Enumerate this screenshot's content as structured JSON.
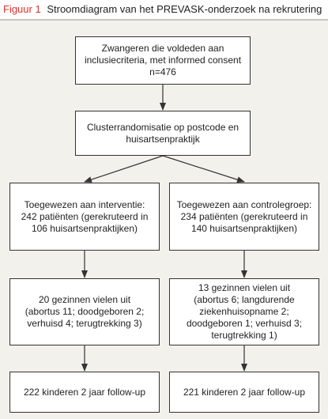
{
  "caption": {
    "label": "Figuur 1",
    "title": "Stroomdiagram van het PREVASK-onderzoek na rekrutering"
  },
  "nodes": {
    "eligible": {
      "lines": [
        "Zwangeren die voldeden aan",
        "inclusiecriteria, met informed consent",
        "n=476"
      ]
    },
    "randomization": {
      "lines": [
        "Clusterrandomisatie op postcode en",
        "huisartsenpraktijk"
      ]
    },
    "intervention": {
      "lines": [
        "Toegewezen aan interventie:",
        "242 patiënten (gerekruteerd in",
        "106 huisartsenpraktijken)"
      ]
    },
    "control": {
      "lines": [
        "Toegewezen aan controlegroep:",
        "234 patiënten (gerekruteerd in",
        "140 huisartsenpraktijken)"
      ]
    },
    "dropout_intervention": {
      "lines": [
        "20 gezinnen vielen uit",
        "(abortus 11; doodgeboren 2;",
        "verhuisd 4; terugtrekking 3)"
      ]
    },
    "dropout_control": {
      "lines": [
        "13 gezinnen vielen uit",
        "(abortus 6; langdurende",
        "ziekenhuisopname 2;",
        "doodgeboren 1; verhuisd 3;",
        "terugtrekking 1)"
      ]
    },
    "followup_intervention": {
      "lines": [
        "222 kinderen 2 jaar follow-up"
      ]
    },
    "followup_control": {
      "lines": [
        "221 kinderen 2 jaar follow-up"
      ]
    }
  },
  "edges": [
    [
      "eligible",
      "randomization"
    ],
    [
      "randomization",
      "intervention"
    ],
    [
      "randomization",
      "control"
    ],
    [
      "intervention",
      "dropout_intervention"
    ],
    [
      "control",
      "dropout_control"
    ],
    [
      "dropout_intervention",
      "followup_intervention"
    ],
    [
      "dropout_control",
      "followup_control"
    ]
  ]
}
